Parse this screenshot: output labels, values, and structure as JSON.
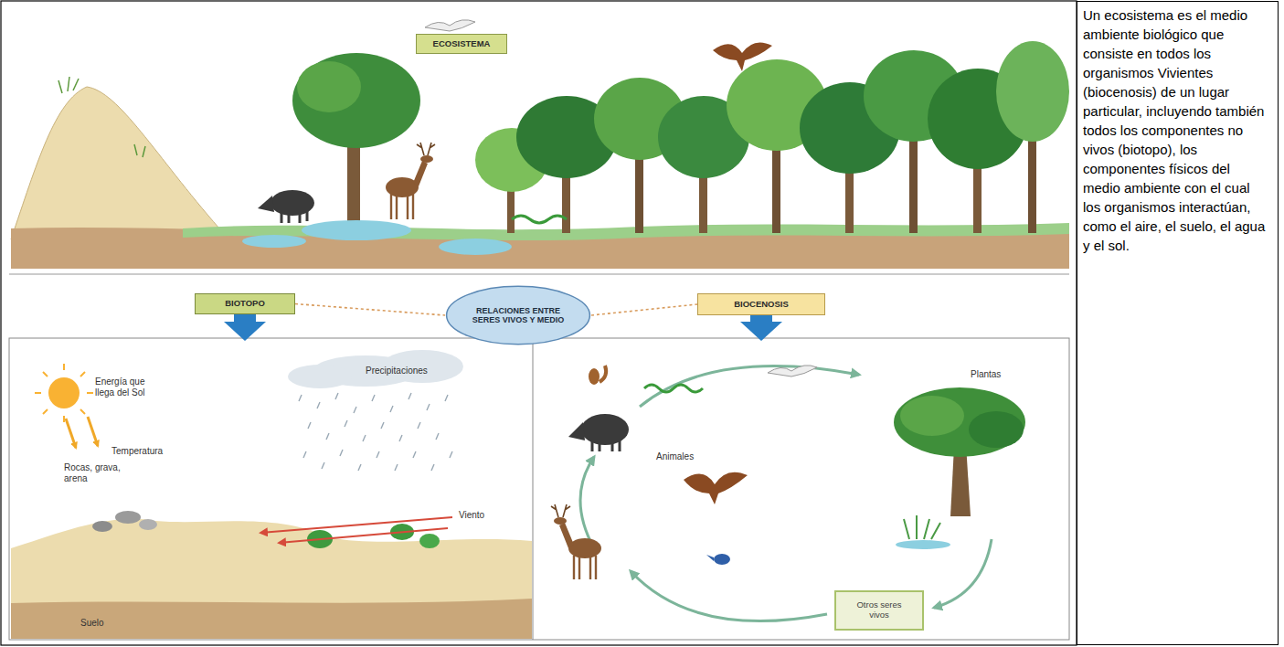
{
  "diagram": {
    "nodes": [
      {
        "text": [
          "ECOSISTEMA"
        ]
      },
      {
        "text": [
          "BIOTOPO"
        ]
      },
      {
        "text": [
          "RELACIONES ENTRE SERES VIVOS Y MEDIO"
        ]
      },
      {
        "text": [
          "BIOCENOSIS"
        ]
      },
      {
        "text": [
          "Otros seres vivos"
        ]
      },
      {
        "text": [
          "Un ecosistema es el medio ambiente biológico que consiste en todos los organismos Vivientes (biocenosis) de un lugar particular, incluyendo también todos los componentes no vivos (biotopo), los componentes físicos del medio ambiente con el cual los organismos interactúan, como el aire, el suelo, el agua y el sol."
        ]
      }
    ],
    "edges": [
      {
        "from": 1,
        "to": 2,
        "arrow": "none"
      },
      {
        "from": 2,
        "to": 3,
        "arrow": "none"
      }
    ],
    "labels": [
      "Energía que llega del Sol",
      "Temperatura",
      "Precipitaciones",
      "Rocas, grava, arena",
      "Viento",
      "Suelo",
      "Animales",
      "Plantas"
    ]
  }
}
